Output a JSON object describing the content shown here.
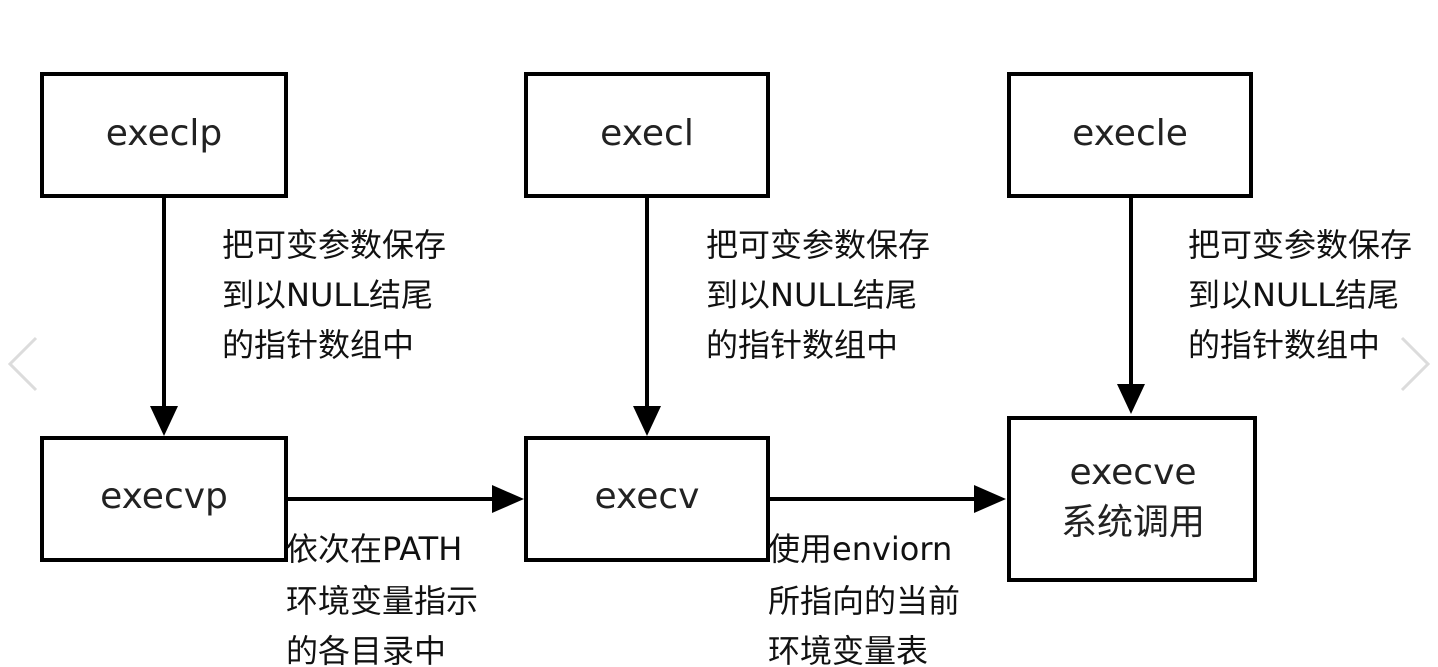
{
  "nodes": {
    "execlp": {
      "label": "execlp"
    },
    "execl": {
      "label": "execl"
    },
    "execle": {
      "label": "execle"
    },
    "execvp": {
      "label": "execvp"
    },
    "execv": {
      "label": "execv"
    },
    "execve": {
      "line1": "execve",
      "line2": "系统调用"
    }
  },
  "notes": {
    "execlp_to_execvp": [
      "把可变参数保存",
      "到以NULL结尾",
      "的指针数组中"
    ],
    "execl_to_execv": [
      "把可变参数保存",
      "到以NULL结尾",
      "的指针数组中"
    ],
    "execle_to_execve": [
      "把可变参数保存",
      "到以NULL结尾",
      "的指针数组中"
    ],
    "execvp_to_execv": [
      "依次在PATH",
      "环境变量指示",
      "的各目录中"
    ],
    "execv_to_execve": [
      "使用enviorn",
      "所指向的当前",
      "环境变量表"
    ]
  },
  "icons": {
    "prev": "chevron-left-icon",
    "next": "chevron-right-icon"
  },
  "colors": {
    "stroke": "#000000",
    "chevron": "#dcdcdc"
  }
}
